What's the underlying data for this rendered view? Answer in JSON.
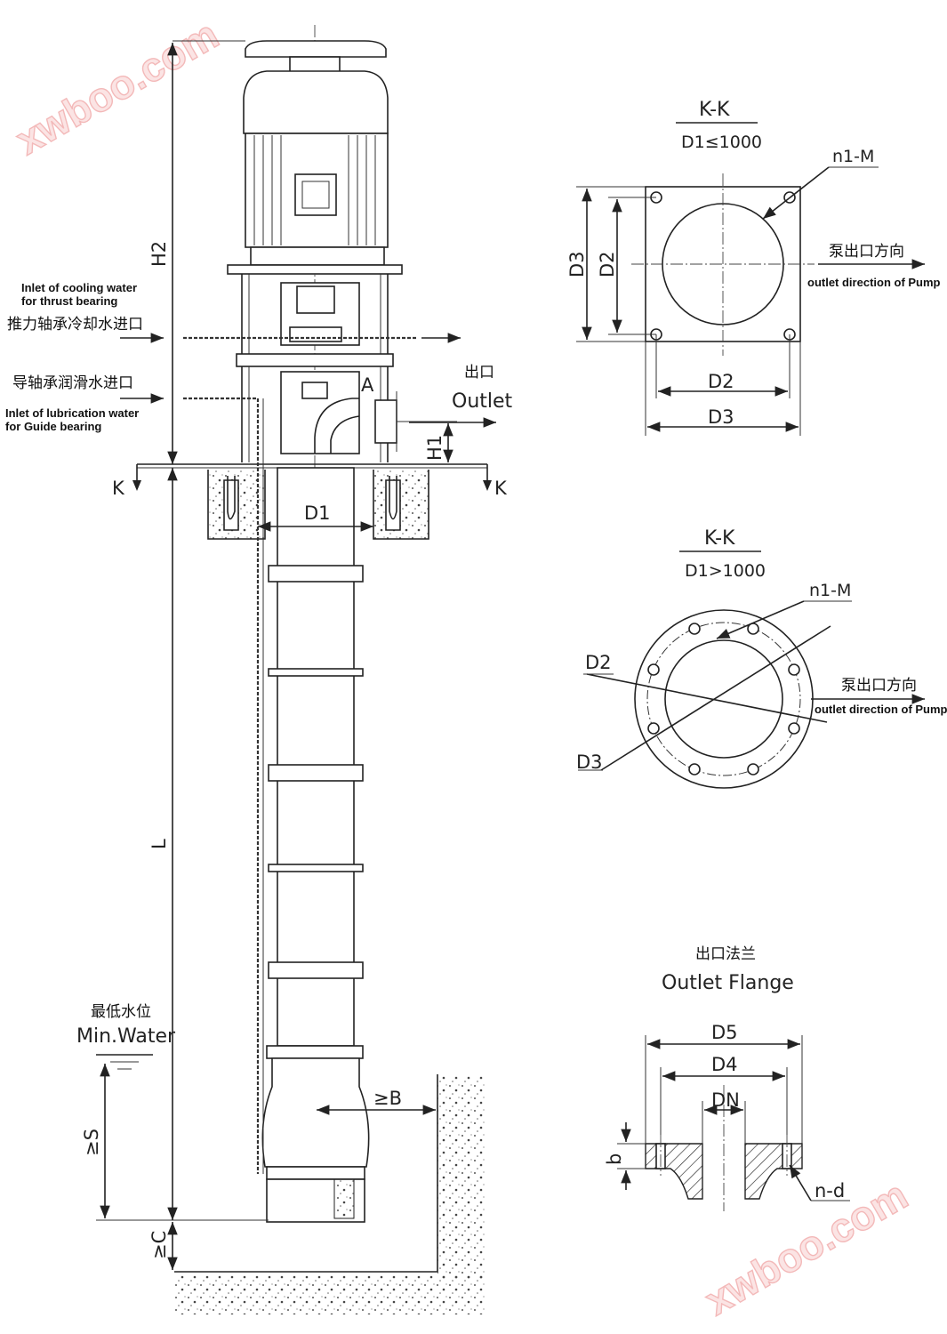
{
  "watermark": "xwboo.com",
  "main_view": {
    "labels": {
      "h2": "H2",
      "l": "L",
      "h1": "H1",
      "d1": "D1",
      "a": "A",
      "section_k": "K",
      "s": "≥S",
      "c": "≥C",
      "b": "≥B"
    },
    "outlet_cn": "出口",
    "outlet_en": "Outlet",
    "thrust_inlet_en_1": "Inlet of cooling water",
    "thrust_inlet_en_2": "for thrust bearing",
    "thrust_inlet_cn": "推力轴承冷却水进口",
    "guide_inlet_cn": "导轴承润滑水进口",
    "guide_inlet_en_1": "Inlet of lubrication water",
    "guide_inlet_en_2": "for Guide bearing",
    "min_water_cn": "最低水位",
    "min_water_en": "Min.Water"
  },
  "section_square": {
    "title": "K-K",
    "condition": "D1≤1000",
    "bolt": "n1-M",
    "d2": "D2",
    "d3": "D3",
    "direction_cn": "泵出口方向",
    "direction_en": "outlet direction of Pump"
  },
  "section_round": {
    "title": "K-K",
    "condition": "D1>1000",
    "bolt": "n1-M",
    "d2": "D2",
    "d3": "D3",
    "direction_cn": "泵出口方向",
    "direction_en": "outlet direction of Pump"
  },
  "outlet_flange": {
    "title_cn": "出口法兰",
    "title_en": "Outlet Flange",
    "d5": "D5",
    "d4": "D4",
    "dn": "DN",
    "b": "b",
    "nd": "n-d"
  }
}
